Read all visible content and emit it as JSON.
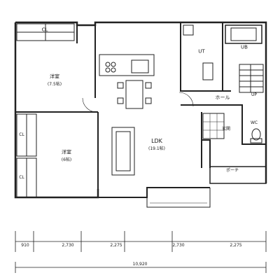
{
  "rooms": {
    "bedroom1": {
      "name": "洋室",
      "size": "(7.5帖)"
    },
    "bedroom2": {
      "name": "洋室",
      "size": "(6帖)"
    },
    "ldk": {
      "name": "LDK",
      "size": "(19.1帖)"
    },
    "utility": "UT",
    "bath": "UB",
    "hall": "ホール",
    "entrance": "玄関",
    "wc": "WC",
    "porch": "ポーチ",
    "closet": "CL",
    "up": "UP"
  },
  "dimensions": {
    "segments": [
      "910",
      "2,730",
      "2,275",
      "2,730",
      "2,275"
    ],
    "total": "10,920"
  }
}
